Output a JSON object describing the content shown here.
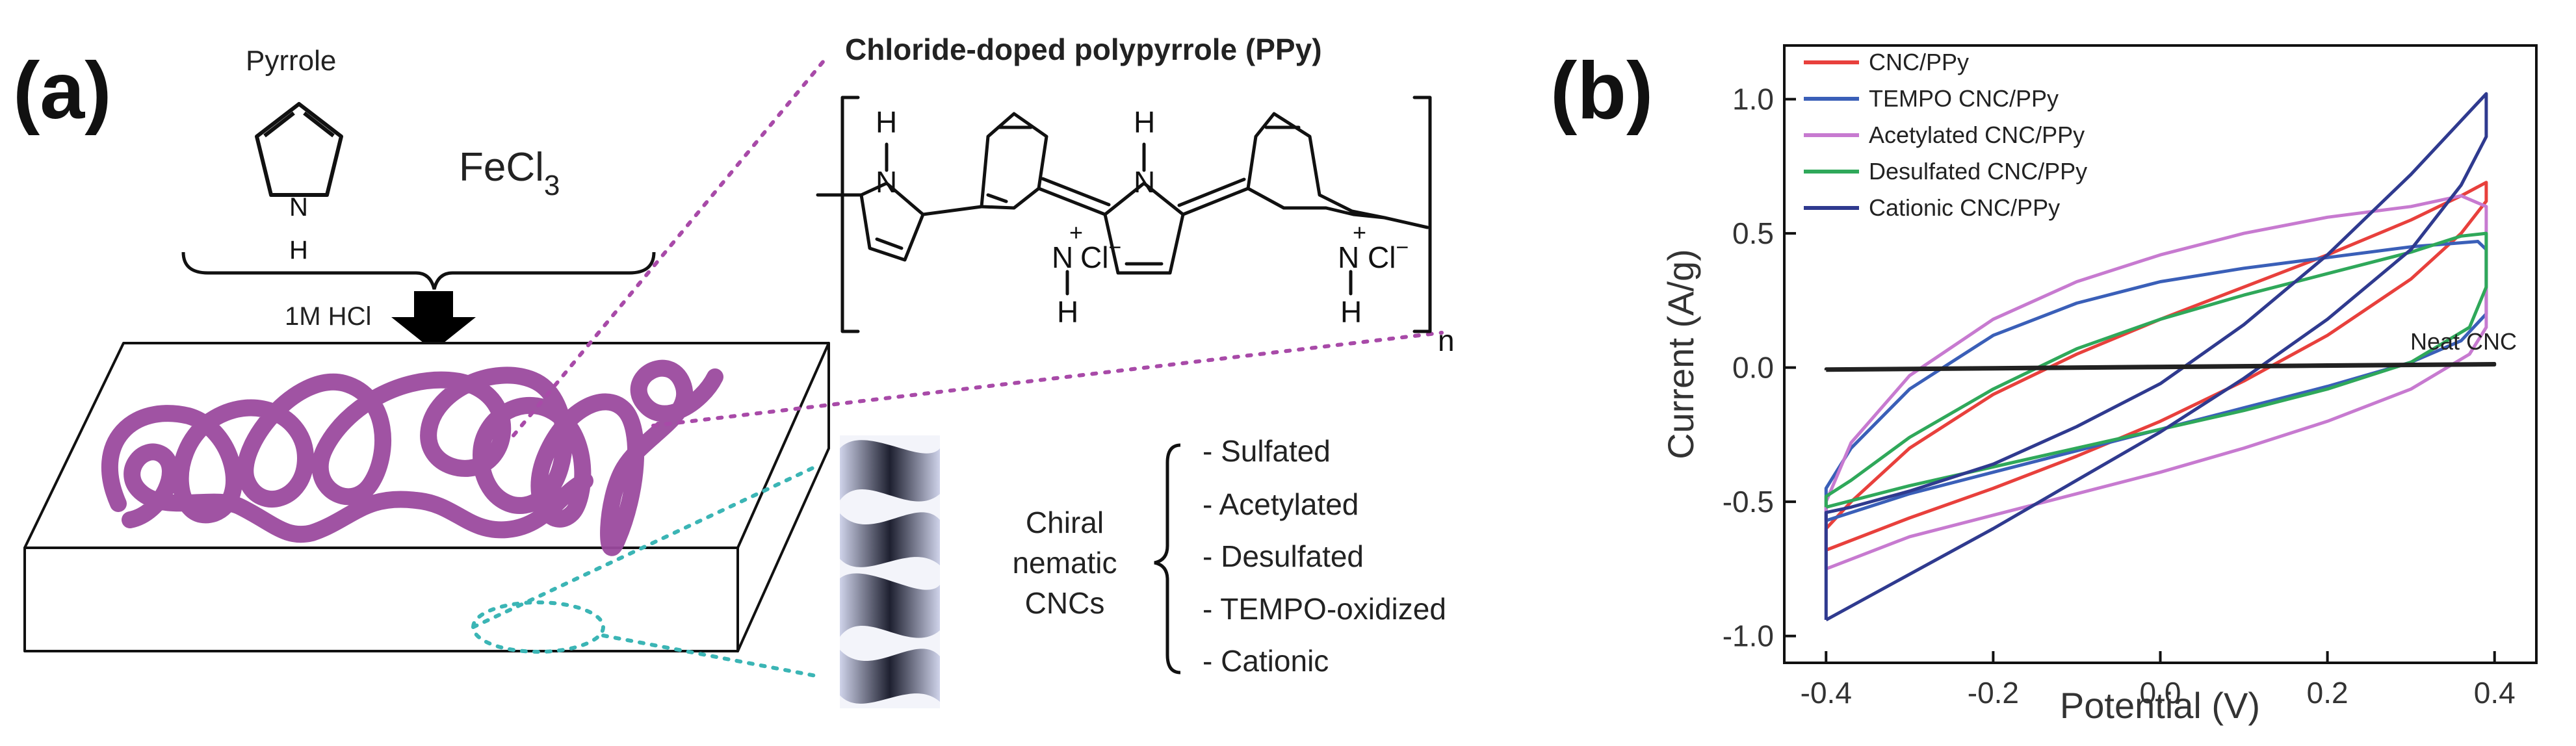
{
  "panel_a": {
    "label": "(a)",
    "pyrrole_label": "Pyrrole",
    "pyrrole_ring_atoms": {
      "n": "N",
      "h": "H"
    },
    "oxidant": {
      "base": "FeCl",
      "subscript": "3"
    },
    "acid_label": "1M HCl",
    "ppy_title": "Chloride-doped polypyrrole (PPy)",
    "ppy_atoms": {
      "n": "N",
      "h": "H",
      "plus": "+",
      "cl": "Cl",
      "minus": "−",
      "repeat": "n"
    },
    "cnc_group_label": [
      "Chiral",
      "nematic",
      "CNCs"
    ],
    "cnc_types": [
      "- Sulfated",
      "- Acetylated",
      "- Desulfated",
      "- TEMPO-oxidized",
      "- Cationic"
    ]
  },
  "panel_b": {
    "label": "(b)"
  },
  "colors": {
    "ppy_chain": "#9b4a9e",
    "dotted_magenta": "#a84aa8",
    "dotted_cyan": "#3bb5b5",
    "cnc_red": "#e8403c",
    "tempo_blue": "#3a5fb8",
    "acetylated_violet": "#c77ad0",
    "desulfated_green": "#2fa85a",
    "cationic_navy": "#2f3a8f",
    "neat_black": "#222222"
  },
  "chart_data": {
    "type": "line",
    "title": "",
    "xlabel": "Potential (V)",
    "ylabel": "Current (A/g)",
    "xlim": [
      -0.45,
      0.45
    ],
    "ylim": [
      -1.1,
      1.2
    ],
    "xticks": [
      -0.4,
      -0.2,
      0.0,
      0.2,
      0.4
    ],
    "yticks": [
      -1.0,
      -0.5,
      0.0,
      0.5,
      1.0
    ],
    "xtick_labels": [
      "-0.4",
      "-0.2",
      "0.0",
      "0.2",
      "0.4"
    ],
    "ytick_labels": [
      "-1.0",
      "-0.5",
      "0.0",
      "0.5",
      "1.0"
    ],
    "legend_position": "top-left",
    "annotation": "Neat CNC",
    "series": [
      {
        "name": "CNC/PPy",
        "color": "#e8403c",
        "x": [
          -0.4,
          -0.3,
          -0.2,
          -0.1,
          0.0,
          0.1,
          0.2,
          0.3,
          0.36,
          0.39,
          0.39,
          0.36,
          0.3,
          0.2,
          0.1,
          0.0,
          -0.1,
          -0.2,
          -0.3,
          -0.37,
          -0.4,
          -0.4
        ],
        "y": [
          -0.68,
          -0.56,
          -0.45,
          -0.33,
          -0.2,
          -0.05,
          0.12,
          0.33,
          0.5,
          0.62,
          0.69,
          0.64,
          0.55,
          0.42,
          0.3,
          0.18,
          0.05,
          -0.1,
          -0.3,
          -0.5,
          -0.6,
          -0.68
        ]
      },
      {
        "name": "TEMPO CNC/PPy",
        "color": "#3a5fb8",
        "x": [
          -0.4,
          -0.3,
          -0.2,
          -0.1,
          0.0,
          0.1,
          0.2,
          0.3,
          0.36,
          0.39,
          0.39,
          0.38,
          0.3,
          0.2,
          0.1,
          0.0,
          -0.1,
          -0.2,
          -0.3,
          -0.37,
          -0.4,
          -0.4
        ],
        "y": [
          -0.57,
          -0.47,
          -0.39,
          -0.31,
          -0.23,
          -0.15,
          -0.07,
          0.02,
          0.1,
          0.2,
          0.44,
          0.47,
          0.45,
          0.41,
          0.37,
          0.32,
          0.24,
          0.12,
          -0.08,
          -0.3,
          -0.45,
          -0.57
        ]
      },
      {
        "name": "Acetylated CNC/PPy",
        "color": "#c77ad0",
        "x": [
          -0.4,
          -0.3,
          -0.2,
          -0.1,
          0.0,
          0.1,
          0.2,
          0.3,
          0.37,
          0.39,
          0.39,
          0.36,
          0.3,
          0.2,
          0.1,
          0.0,
          -0.1,
          -0.2,
          -0.3,
          -0.37,
          -0.4,
          -0.4
        ],
        "y": [
          -0.75,
          -0.63,
          -0.55,
          -0.47,
          -0.39,
          -0.3,
          -0.2,
          -0.08,
          0.05,
          0.15,
          0.6,
          0.64,
          0.6,
          0.56,
          0.5,
          0.42,
          0.32,
          0.18,
          -0.03,
          -0.28,
          -0.5,
          -0.75
        ]
      },
      {
        "name": "Desulfated CNC/PPy",
        "color": "#2fa85a",
        "x": [
          -0.4,
          -0.3,
          -0.2,
          -0.1,
          0.0,
          0.1,
          0.2,
          0.3,
          0.37,
          0.39,
          0.39,
          0.36,
          0.3,
          0.2,
          0.1,
          0.0,
          -0.1,
          -0.2,
          -0.3,
          -0.37,
          -0.4,
          -0.4
        ],
        "y": [
          -0.52,
          -0.44,
          -0.37,
          -0.3,
          -0.23,
          -0.16,
          -0.08,
          0.02,
          0.15,
          0.3,
          0.5,
          0.49,
          0.43,
          0.35,
          0.27,
          0.18,
          0.07,
          -0.08,
          -0.26,
          -0.42,
          -0.48,
          -0.52
        ]
      },
      {
        "name": "Cationic CNC/PPy",
        "color": "#2f3a8f",
        "x": [
          -0.4,
          -0.3,
          -0.2,
          -0.1,
          0.0,
          0.1,
          0.2,
          0.3,
          0.36,
          0.39,
          0.39,
          0.36,
          0.3,
          0.2,
          0.1,
          0.0,
          -0.1,
          -0.2,
          -0.3,
          -0.37,
          -0.4,
          -0.4
        ],
        "y": [
          -0.94,
          -0.77,
          -0.6,
          -0.42,
          -0.24,
          -0.04,
          0.18,
          0.44,
          0.68,
          0.86,
          1.02,
          0.92,
          0.72,
          0.42,
          0.16,
          -0.06,
          -0.22,
          -0.36,
          -0.46,
          -0.52,
          -0.54,
          -0.94
        ]
      },
      {
        "name": "Neat CNC",
        "color": "#222222",
        "x": [
          -0.4,
          -0.2,
          0.0,
          0.2,
          0.4,
          0.4,
          0.2,
          0.0,
          -0.2,
          -0.4,
          -0.4
        ],
        "y": [
          -0.01,
          -0.005,
          0.0,
          0.005,
          0.01,
          0.015,
          0.01,
          0.005,
          0.0,
          -0.005,
          -0.01
        ]
      }
    ]
  }
}
